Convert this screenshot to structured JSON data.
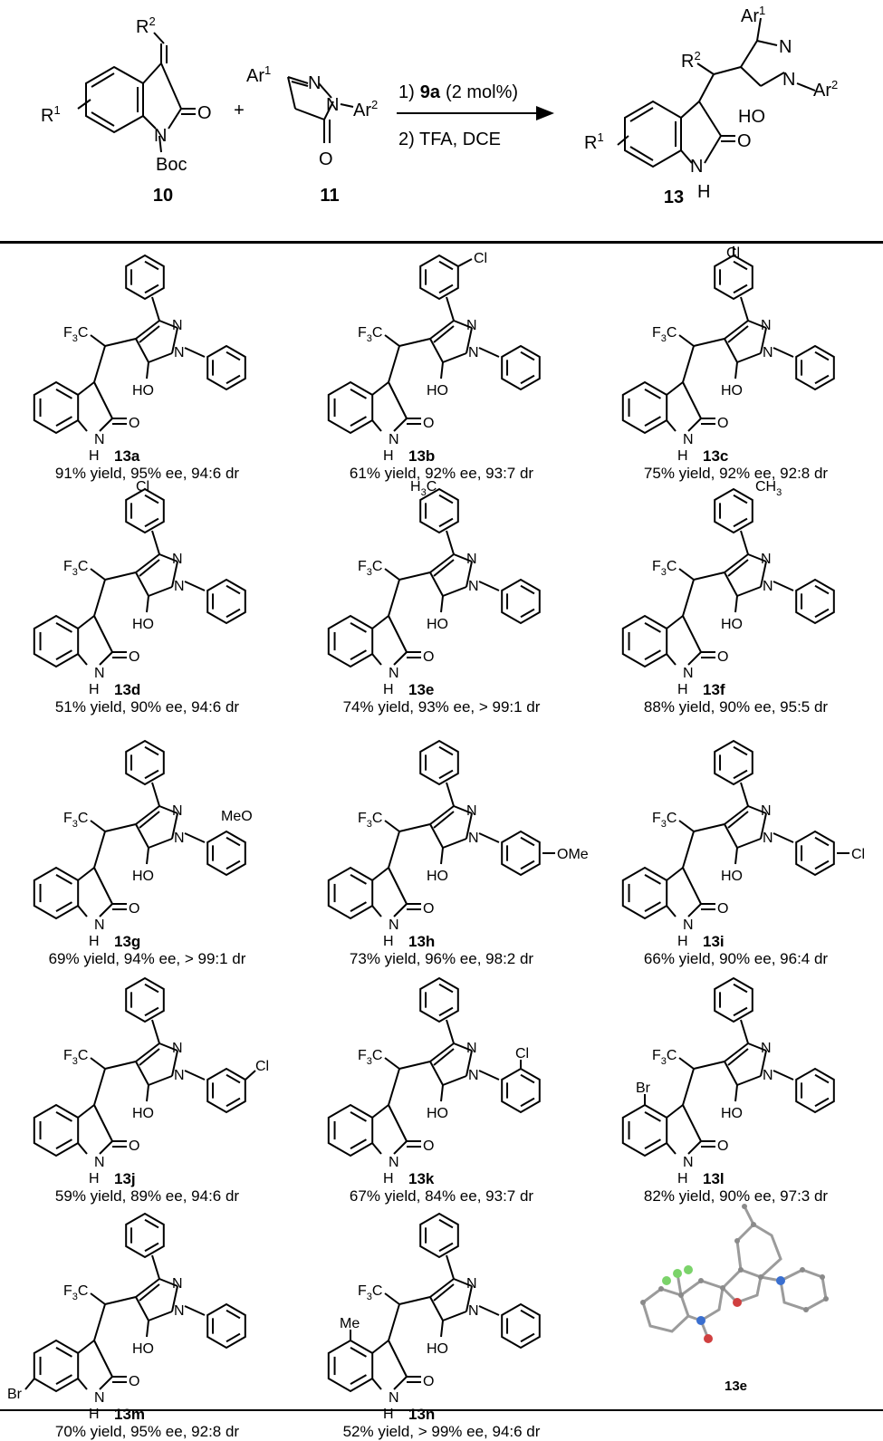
{
  "scheme": {
    "reactant1": {
      "id": "10",
      "r1": "R",
      "r1_sup": "1",
      "r2": "R",
      "r2_sup": "2",
      "o": "O",
      "n": "N",
      "boc": "Boc"
    },
    "reactant2": {
      "id": "11",
      "ar1": "Ar",
      "ar1_sup": "1",
      "ar2": "Ar",
      "ar2_sup": "2",
      "n": "N",
      "o": "O"
    },
    "plus": "+",
    "conditions": {
      "step1_prefix": "1)",
      "step1_cat": "9a",
      "step1_suffix": "(2 mol%)",
      "step2": "2)  TFA, DCE"
    },
    "product": {
      "id": "13",
      "ar1": "Ar",
      "ar1_sup": "1",
      "ar2": "Ar",
      "ar2_sup": "2",
      "r1": "R",
      "r1_sup": "1",
      "r2": "R",
      "r2_sup": "2",
      "n": "N",
      "h": "H",
      "o": "O",
      "ho": "HO"
    }
  },
  "atoms": {
    "f3c": "F",
    "f3c_sub": "3",
    "f3c_c": "C",
    "n": "N",
    "o": "O",
    "ho": "HO",
    "h": "H",
    "nh": "N",
    "cl": "Cl",
    "br": "Br",
    "me": "Me",
    "ome": "OMe",
    "meo": "MeO",
    "ch3": "CH",
    "ch3_sub": "3",
    "h3c": "H",
    "h3c_sub": "3",
    "h3c_c": "C"
  },
  "compounds": [
    {
      "id": "13a",
      "caption": "91% yield, 95% ee, 94:6 dr"
    },
    {
      "id": "13b",
      "caption": "61% yield, 92% ee, 93:7 dr"
    },
    {
      "id": "13c",
      "caption": "75% yield, 92% ee, 92:8 dr"
    },
    {
      "id": "13d",
      "caption": "51% yield, 90% ee, 94:6 dr"
    },
    {
      "id": "13e",
      "caption": "74% yield, 93% ee, > 99:1 dr"
    },
    {
      "id": "13f",
      "caption": "88% yield, 90% ee, 95:5 dr"
    },
    {
      "id": "13g",
      "caption": "69% yield, 94% ee, > 99:1 dr"
    },
    {
      "id": "13h",
      "caption": "73% yield, 96% ee, 98:2 dr"
    },
    {
      "id": "13i",
      "caption": "66% yield, 90% ee, 96:4 dr"
    },
    {
      "id": "13j",
      "caption": "59% yield, 89% ee, 94:6 dr"
    },
    {
      "id": "13k",
      "caption": "67% yield, 84% ee, 93:7 dr"
    },
    {
      "id": "13l",
      "caption": "82% yield, 90% ee, 97:3 dr"
    },
    {
      "id": "13m",
      "caption": "70% yield, 95% ee, 92:8 dr"
    },
    {
      "id": "13n",
      "caption": "52% yield, > 99% ee, 94:6 dr"
    }
  ],
  "crystal": {
    "label": "13e"
  }
}
